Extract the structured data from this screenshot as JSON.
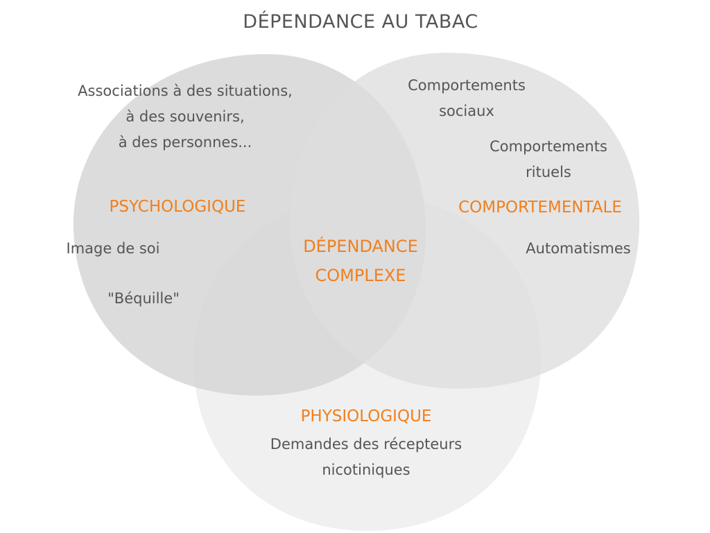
{
  "title": "DÉPENDANCE AU TABAC",
  "colors": {
    "text": "#555555",
    "accent": "#f07f1e",
    "set_fill_dark": "#d8d8d8",
    "set_fill_light": "#eeeeee",
    "background": "#ffffff"
  },
  "sets": {
    "psychologique": {
      "label": "PSYCHOLOGIQUE",
      "items": [
        {
          "lines": [
            "Associations à des situations,",
            "à des souvenirs,",
            "à des personnes..."
          ]
        },
        {
          "lines": [
            "Image de soi"
          ]
        },
        {
          "lines": [
            "\"Béquille\""
          ]
        }
      ]
    },
    "comportementale": {
      "label": "COMPORTEMENTALE",
      "items": [
        {
          "lines": [
            "Comportements",
            "sociaux"
          ]
        },
        {
          "lines": [
            "Comportements",
            "rituels"
          ]
        },
        {
          "lines": [
            "Automatismes"
          ]
        }
      ]
    },
    "physiologique": {
      "label": "PHYSIOLOGIQUE",
      "items": [
        {
          "lines": [
            "Demandes des récepteurs",
            "nicotiniques"
          ]
        }
      ]
    }
  },
  "intersection": {
    "lines": [
      "DÉPENDANCE",
      "COMPLEXE"
    ]
  }
}
